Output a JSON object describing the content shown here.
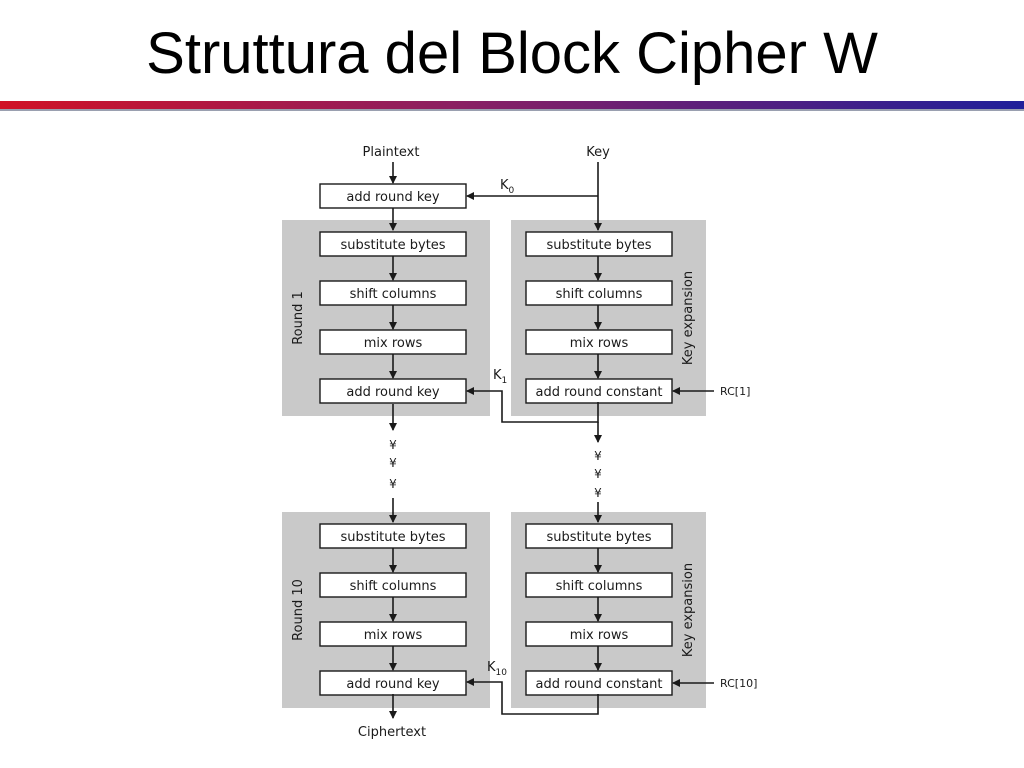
{
  "slide": {
    "title": "Struttura del Block Cipher W"
  },
  "diagram": {
    "plaintext": "Plaintext",
    "key": "Key",
    "ciphertext": "Ciphertext",
    "initial_add_round_key": "add round key",
    "k0": {
      "base": "K",
      "sub": "0"
    },
    "round_groups": [
      {
        "round_label": "Round 1",
        "key_expansion_label": "Key expansion",
        "steps": [
          "substitute bytes",
          "shift columns",
          "mix rows",
          "add round key"
        ],
        "key_steps": [
          "substitute bytes",
          "shift columns",
          "mix rows",
          "add round constant"
        ],
        "round_key": {
          "base": "K",
          "sub": "1"
        },
        "rc": "RC[1]"
      },
      {
        "round_label": "Round 10",
        "key_expansion_label": "Key expansion",
        "steps": [
          "substitute bytes",
          "shift columns",
          "mix rows",
          "add round key"
        ],
        "key_steps": [
          "substitute bytes",
          "shift columns",
          "mix rows",
          "add round constant"
        ],
        "round_key": {
          "base": "K",
          "sub": "10"
        },
        "rc": "RC[10]"
      }
    ],
    "ellipsis_glyph": "¥"
  }
}
